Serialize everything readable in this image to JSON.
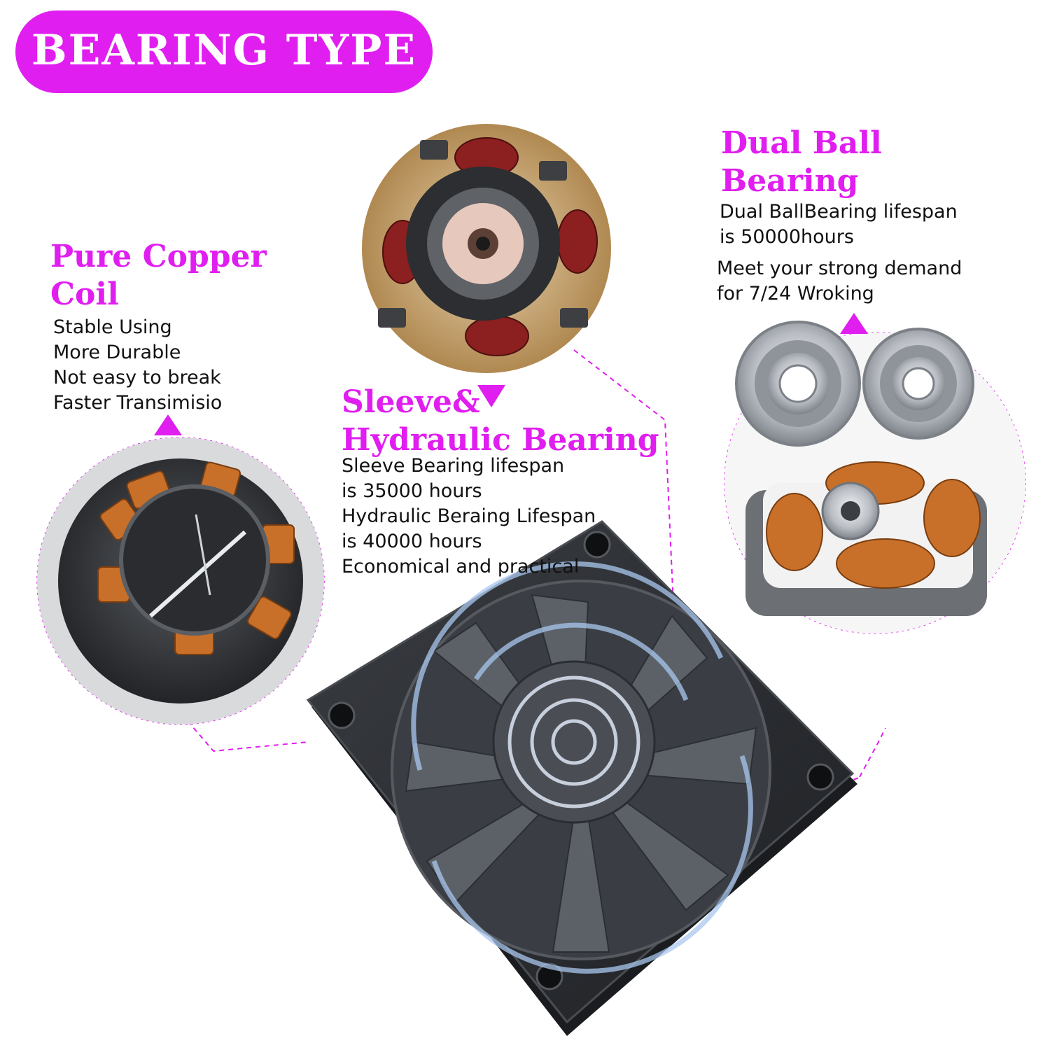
{
  "banner": {
    "title": "BEARING TYPE"
  },
  "theme": {
    "accent": "#e01ef0",
    "dash": "#e01ef0",
    "fan_body": "#2b2e33",
    "airflow": "#a9c7ee",
    "copper": "#c8702a"
  },
  "sections": {
    "copper": {
      "heading": [
        "Pure Copper",
        "Coil"
      ],
      "lines": [
        "Stable Using",
        "More Durable",
        "Not easy to break",
        "Faster Transimisio"
      ]
    },
    "sleeve": {
      "heading": [
        "Sleeve&",
        "Hydraulic Bearing"
      ],
      "lines": [
        "Sleeve Bearing lifespan",
        "is 35000 hours",
        "Hydraulic Beraing Lifespan",
        "is 40000 hours",
        "Economical and practical"
      ]
    },
    "ball": {
      "heading": [
        "Dual Ball",
        "Bearing"
      ],
      "lines": [
        "Dual BallBearing lifespan",
        "is 50000hours",
        "Meet your strong demand",
        "for 7/24 Wroking"
      ]
    }
  },
  "icons": {
    "copper_pointer": "triangle-up-icon",
    "sleeve_pointer": "triangle-down-icon",
    "ball_pointer": "triangle-up-icon"
  }
}
